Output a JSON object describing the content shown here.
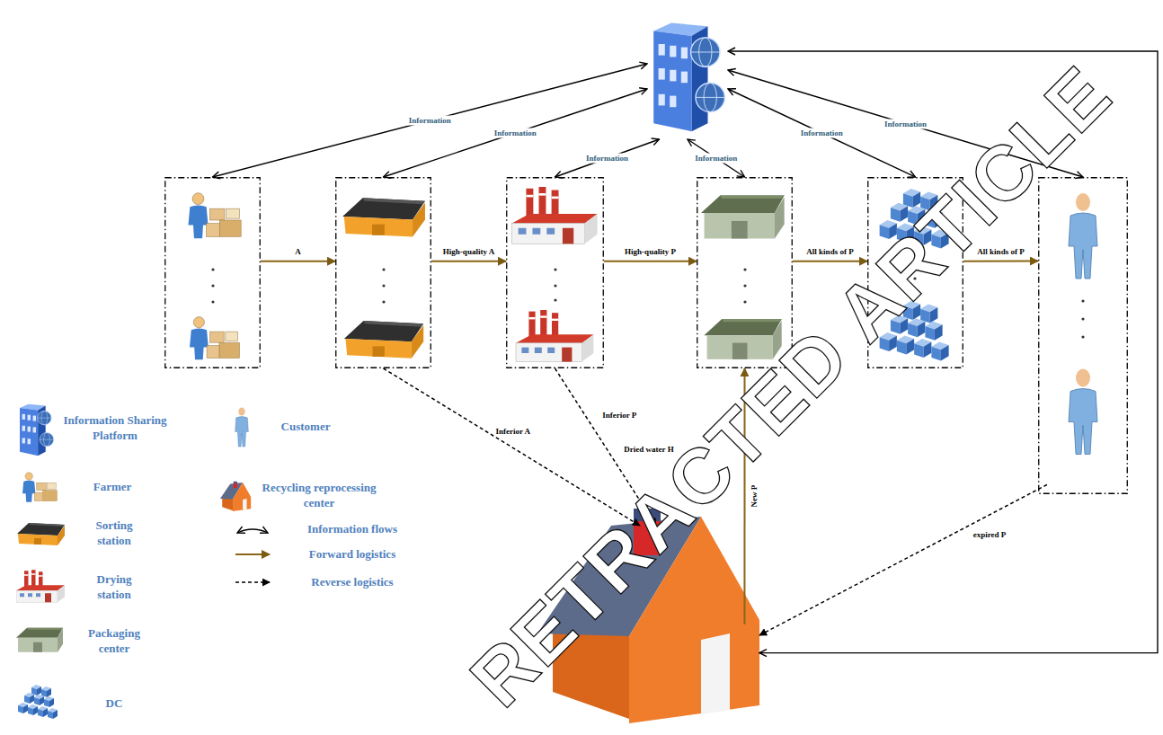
{
  "diagram": {
    "nodes": [
      {
        "text": []
      },
      {
        "text": []
      },
      {
        "text": []
      },
      {
        "text": []
      },
      {
        "text": []
      },
      {
        "text": []
      },
      {
        "text": []
      },
      {
        "text": []
      }
    ],
    "edges": [
      {
        "from": 0,
        "to": 1,
        "arrow": "both",
        "label": "Information"
      },
      {
        "from": 0,
        "to": 2,
        "arrow": "both",
        "label": "Information"
      },
      {
        "from": 0,
        "to": 3,
        "arrow": "both",
        "label": "Information"
      },
      {
        "from": 0,
        "to": 4,
        "arrow": "both",
        "label": "Information"
      },
      {
        "from": 0,
        "to": 5,
        "arrow": "both",
        "label": "Information"
      },
      {
        "from": 0,
        "to": 6,
        "arrow": "both",
        "label": "Information"
      },
      {
        "from": 0,
        "to": 7,
        "arrow": "both"
      },
      {
        "from": 1,
        "to": 2,
        "arrow": "to",
        "label": "A"
      },
      {
        "from": 2,
        "to": 3,
        "arrow": "to",
        "label": "High-quality A"
      },
      {
        "from": 3,
        "to": 4,
        "arrow": "to",
        "label": "High-quality P"
      },
      {
        "from": 4,
        "to": 5,
        "arrow": "to",
        "label": "All kinds of P"
      },
      {
        "from": 5,
        "to": 6,
        "arrow": "to",
        "label": "All kinds of P"
      },
      {
        "from": 2,
        "to": 7,
        "arrow": "to",
        "label": "Inferior A"
      },
      {
        "from": 3,
        "to": 7,
        "arrow": "to",
        "label": "Inferior P"
      },
      {
        "from": 7,
        "to": 4,
        "arrow": "to",
        "label": "New P"
      },
      {
        "from": 6,
        "to": 7,
        "arrow": "to",
        "label": "expired P"
      }
    ],
    "labels": [
      "Dried water H",
      "RETRACTED ARTICLE"
    ],
    "legend": [
      {
        "text": "Information Sharing Platform"
      },
      {
        "text": "Farmer"
      },
      {
        "text": "Sorting station"
      },
      {
        "text": "Drying station"
      },
      {
        "text": "Packaging center"
      },
      {
        "text": "DC"
      },
      {
        "text": "Customer"
      },
      {
        "text": "Recycling reprocessing center"
      },
      {
        "text": "Information flows"
      },
      {
        "text": "Forward logistics"
      },
      {
        "text": "Reverse logistics"
      }
    ]
  }
}
